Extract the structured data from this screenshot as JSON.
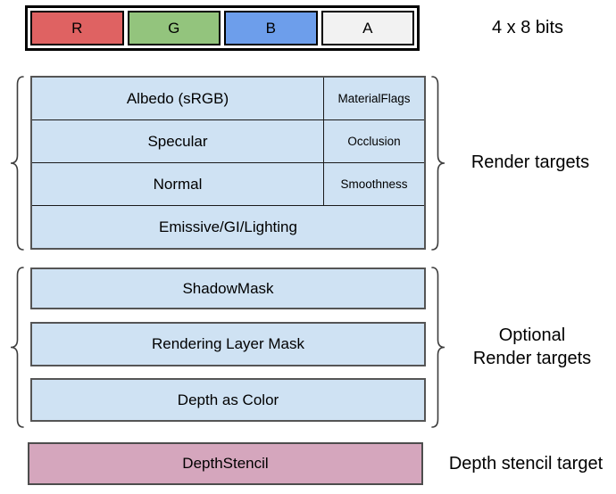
{
  "format_row": {
    "caption": "4 x 8 bits",
    "cells": [
      {
        "label": "R",
        "color": "#df6262"
      },
      {
        "label": "G",
        "color": "#93c47d"
      },
      {
        "label": "B",
        "color": "#6d9eeb"
      },
      {
        "label": "A",
        "color": "#f2f2f2"
      }
    ]
  },
  "render_targets": {
    "caption": "Render targets",
    "fill": "#cfe2f3",
    "rows": [
      {
        "main": "Albedo (sRGB)",
        "sub": "MaterialFlags"
      },
      {
        "main": "Specular",
        "sub": "Occlusion"
      },
      {
        "main": "Normal",
        "sub": "Smoothness"
      },
      {
        "main": "Emissive/GI/Lighting"
      }
    ]
  },
  "optional_render_targets": {
    "caption_line1": "Optional",
    "caption_line2": "Render targets",
    "fill": "#cfe2f3",
    "rows": [
      "ShadowMask",
      "Rendering Layer Mask",
      "Depth as Color"
    ]
  },
  "depth_stencil": {
    "caption": "Depth stencil target",
    "fill": "#d5a6bd",
    "label": "DepthStencil"
  }
}
